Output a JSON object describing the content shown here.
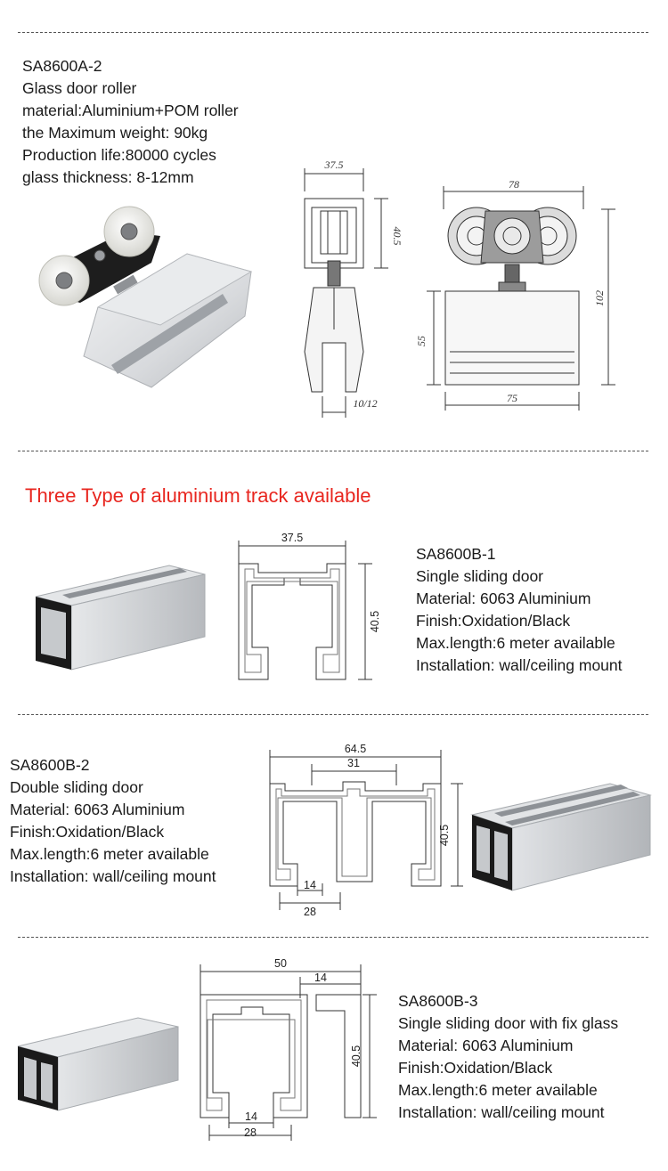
{
  "roller": {
    "lines": [
      "SA8600A-2",
      "Glass door roller",
      "material:Aluminium+POM roller",
      "the Maximum weight: 90kg",
      "Production life:80000 cycles",
      "glass thickness: 8-12mm"
    ],
    "dims": {
      "width": "37.5",
      "height": "40.5",
      "glass": "10/12",
      "width2": "78",
      "total_height": "102",
      "clamp_height": "55",
      "clamp_width": "75"
    }
  },
  "headline": "Three Type of aluminium track available",
  "track_b1": {
    "lines": [
      "SA8600B-1",
      "Single sliding door",
      "Material: 6063 Aluminium",
      "Finish:Oxidation/Black",
      "Max.length:6 meter available",
      "Installation: wall/ceiling mount"
    ],
    "dims": {
      "width": "37.5",
      "height": "40.5"
    }
  },
  "track_b2": {
    "lines": [
      "SA8600B-2",
      "Double sliding door",
      "Material: 6063 Aluminium",
      "Finish:Oxidation/Black",
      "Max.length:6 meter available",
      "Installation: wall/ceiling mount"
    ],
    "dims": {
      "width": "64.5",
      "inner": "31",
      "height": "40.5",
      "slot": "14",
      "base": "28"
    }
  },
  "track_b3": {
    "lines": [
      "SA8600B-3",
      "Single sliding door with fix glass",
      "Material: 6063 Aluminium",
      "Finish:Oxidation/Black",
      "Max.length:6 meter available",
      "Installation: wall/ceiling mount"
    ],
    "dims": {
      "width": "50",
      "glass_slot": "14",
      "height": "40.5",
      "slot": "14",
      "base": "28"
    }
  },
  "colors": {
    "headline": "#e8261f",
    "aluminium": "#c9ccd0",
    "text": "#1a1a1a"
  }
}
